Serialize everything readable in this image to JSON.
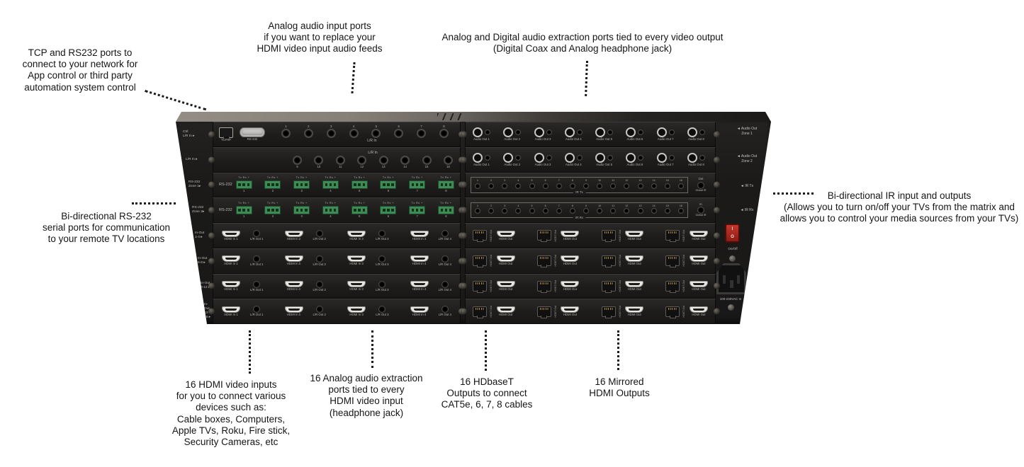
{
  "annotations": {
    "tcp": "TCP and RS232 ports to\nconnect to your network for\nApp control or third party\nautomation system control",
    "audio_in": "Analog audio input ports\nif you want to replace your\nHDMI video input audio feeds",
    "audio_extract_out": "Analog and Digital audio extraction ports tied to every video output\n(Digital Coax and Analog headphone jack)",
    "rs232": "Bi-directional RS-232\nserial ports for communication\nto your remote TV locations",
    "ir": "Bi-directional IR input and outputs\n(Allows you to turn on/off your TVs from the matrix and\nallows you to control your media sources from your TVs)",
    "hdmi_inputs": "16 HDMI video inputs\nfor you to connect various\ndevices such as:\nCable boxes, Computers,\nApple TVs, Roku, Fire stick,\nSecurity Cameras, etc",
    "audio_extract_in": "16 Analog audio extraction\nports tied to every\nHDMI video input\n(headphone jack)",
    "hdbt": "16 HDbaseT\nOutputs to connect\nCAT5e, 6, 7, 8 cables",
    "mirrored": "16 Mirrored\nHDMI Outputs"
  },
  "device": {
    "left_edge_labels": [
      "Ctrl\nL/R In ▸",
      "L/R In ▸",
      "RS-232\nZone 1▸",
      "RS-232\nZone 2▸",
      "In-Out\n1-4  ▸",
      "In-Out\n5-8  ▸",
      "In-Out\n9-12 ▸",
      "In-Out\n13-16 ▸"
    ],
    "row1": {
      "tcpip": "TCP/IP",
      "rs232": "RS-232"
    },
    "lr_in_1": {
      "numbers": [
        "1",
        "2",
        "3",
        "4",
        "5",
        "6",
        "7",
        "8"
      ],
      "label": "L/R In"
    },
    "lr_in_2": {
      "numbers": [
        "9",
        "10",
        "11",
        "12",
        "13",
        "14",
        "15",
        "16"
      ],
      "label": "L/R In"
    },
    "audio_out": [
      "Audio Out 1",
      "Audio Out 2",
      "Audio Out 3",
      "Audio Out 4",
      "Audio Out 5",
      "Audio Out 6",
      "Audio Out 7",
      "Audio Out 8"
    ],
    "rs232": {
      "label": "RS-232",
      "pin_header": "Tx Rx +",
      "numbers": [
        "1",
        "2",
        "3",
        "4",
        "5",
        "6",
        "7",
        "8"
      ]
    },
    "ir_tx": {
      "numbers": [
        "1",
        "2",
        "3",
        "4",
        "5",
        "6",
        "7",
        "8",
        "9",
        "10",
        "11",
        "12",
        "13",
        "14",
        "15",
        "16"
      ],
      "label": "IR Tx",
      "global_top": "Out",
      "global": "Global IR"
    },
    "ir_rx": {
      "numbers": [
        "1",
        "2",
        "3",
        "4",
        "5",
        "6",
        "7",
        "8",
        "9",
        "10",
        "11",
        "12",
        "13",
        "14",
        "15",
        "16"
      ],
      "label": "IR Rx",
      "global_top": "In",
      "global": "Global IR"
    },
    "hdmi_in": [
      {
        "p": "HDMI In 1",
        "j": "L/R Out 1"
      },
      {
        "p": "HDMI In 2",
        "j": "L/R Out 2"
      },
      {
        "p": "HDMI In 3",
        "j": "L/R Out 3"
      },
      {
        "p": "HDMI In 4",
        "j": "L/R Out 4"
      }
    ],
    "hdbt": [
      {
        "p": "HDBT Out",
        "j": "HDMI Out"
      },
      {
        "p": "HDBT Out",
        "j": "HDMI Out"
      },
      {
        "p": "HDBT Out",
        "j": "HDMI Out"
      },
      {
        "p": "HDBT Out",
        "j": "HDMI Out"
      }
    ],
    "right_edge": {
      "zone1": "◄ Audio Out\nZone 1",
      "zone2": "◄ Audio Out\nZone 2",
      "ir_tx": "◄ IR Tx",
      "ir_rx": "◄ IR Rx",
      "switch_on": "I",
      "switch_off": "O",
      "on_off": "On/Off",
      "power_in": "100-240VAC In"
    },
    "colors": {
      "chassis_front": "#1b1a19",
      "lid_gray": "#938e85",
      "terminal_green": "#3f8a55",
      "switch_red": "#b3241a",
      "panel_label": "#c4c1bd"
    }
  }
}
